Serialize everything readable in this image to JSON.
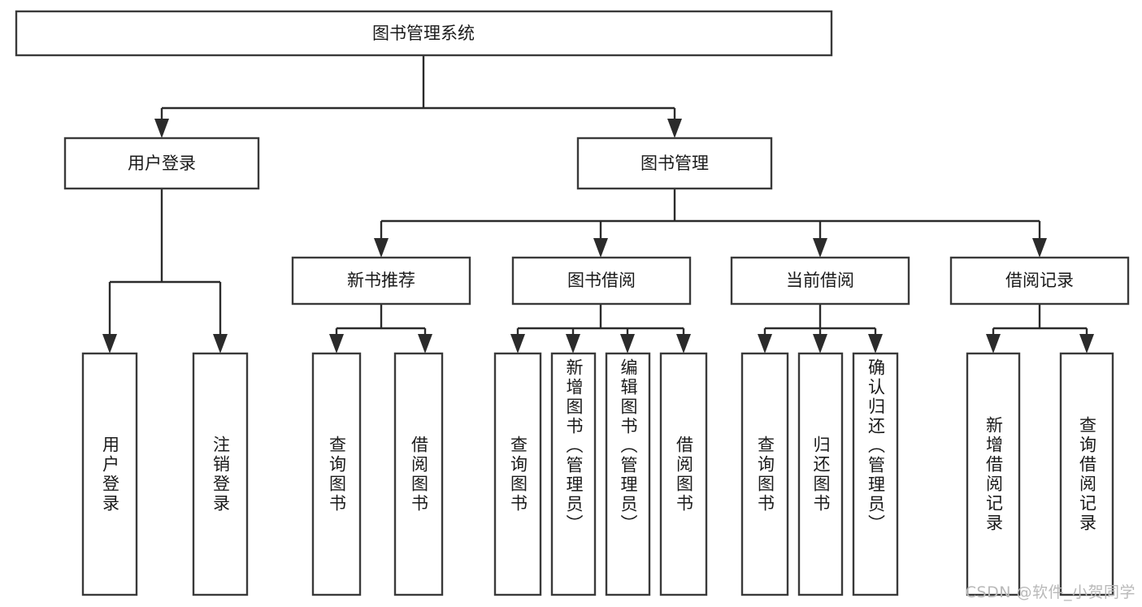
{
  "diagram": {
    "title": "图书管理系统",
    "watermark": "CSDN @软件_小贺同学",
    "style": {
      "box_fill": "#ffffff",
      "box_stroke": "#3a3a3a",
      "connector_color": "#2b2b2b",
      "text_color": "#1a1a1a",
      "watermark_color": "#b9b9b9",
      "background": "#ffffff"
    },
    "root": {
      "label": "图书管理系统"
    },
    "level2": [
      {
        "label": "用户登录"
      },
      {
        "label": "图书管理"
      }
    ],
    "level3": [
      {
        "label": "新书推荐"
      },
      {
        "label": "图书借阅"
      },
      {
        "label": "当前借阅"
      },
      {
        "label": "借阅记录"
      }
    ],
    "leaves": {
      "user_login": [
        {
          "label": "用户登录"
        },
        {
          "label": "注销登录"
        }
      ],
      "new_book_recommend": [
        {
          "label": "查询图书"
        },
        {
          "label": "借阅图书"
        }
      ],
      "book_borrow": [
        {
          "label": "查询图书"
        },
        {
          "label": "新增图书（管理员）"
        },
        {
          "label": "编辑图书（管理员）"
        },
        {
          "label": "借阅图书"
        }
      ],
      "current_borrow": [
        {
          "label": "查询图书"
        },
        {
          "label": "归还图书"
        },
        {
          "label": "确认归还（管理员）"
        }
      ],
      "borrow_record": [
        {
          "label": "新增借阅记录"
        },
        {
          "label": "查询借阅记录"
        }
      ]
    }
  }
}
